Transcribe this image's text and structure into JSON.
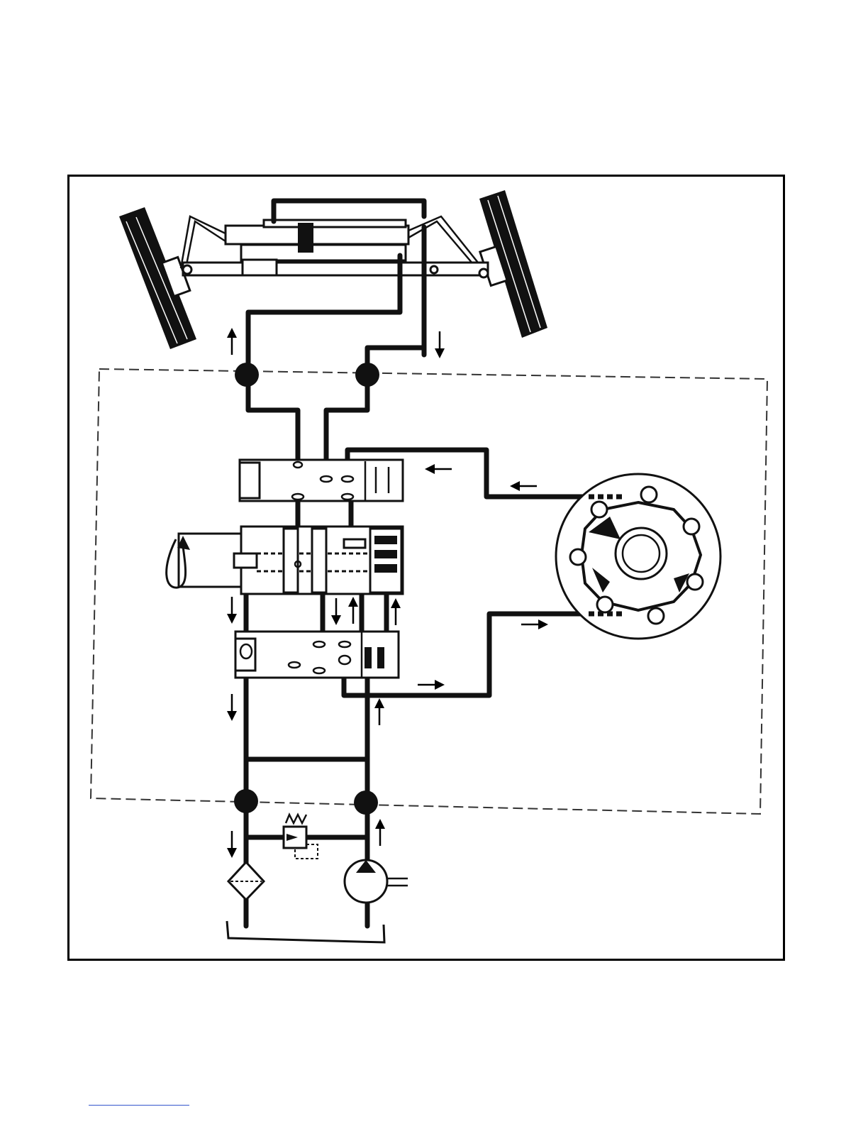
{
  "figure": {
    "kind": "hydraulic steering system schematic",
    "components": [
      "steered-wheels-with-cylinders",
      "steering-control-valve",
      "gerotor-metering-unit",
      "relief-valve",
      "filter",
      "pump",
      "reservoir"
    ],
    "flow_arrows": [
      "up",
      "down",
      "left",
      "left",
      "right",
      "right",
      "down",
      "down",
      "up",
      "up",
      "down",
      "up",
      "down",
      "up"
    ],
    "colors": {
      "ink": "#111111",
      "paper": "#ffffff",
      "boundary": "#333333",
      "footer_rule": "#3355cc"
    }
  }
}
